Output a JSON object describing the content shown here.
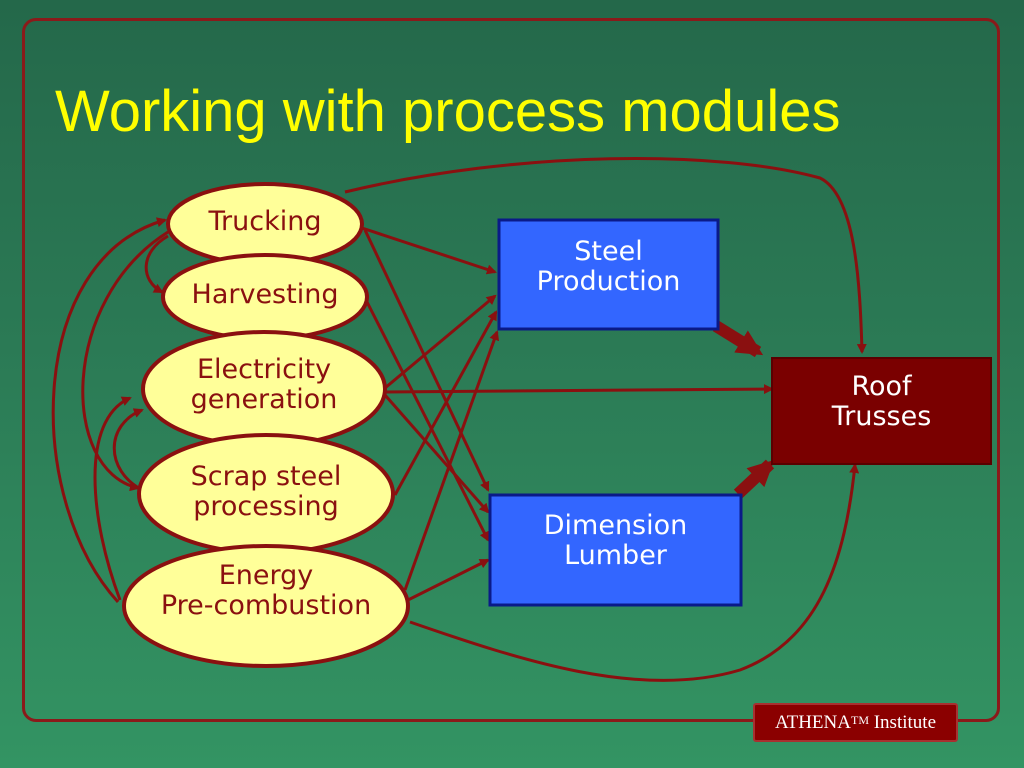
{
  "slide": {
    "title": "Working with process modules"
  },
  "modules": {
    "trucking": "Trucking",
    "harvesting": "Harvesting",
    "electricity_line1": "Electricity",
    "electricity_line2": "generation",
    "scrap_line1": "Scrap steel",
    "scrap_line2": "processing",
    "energy_line1": "Energy",
    "energy_line2": "Pre-combustion"
  },
  "products": {
    "steel_line1": "Steel",
    "steel_line2": "Production",
    "lumber_line1": "Dimension",
    "lumber_line2": "Lumber",
    "roof_line1": "Roof",
    "roof_line2": "Trusses"
  },
  "footer": {
    "brand": "ATHENA",
    "trademark": "TM",
    "suffix": "Institute"
  },
  "colors": {
    "background": "#2b7a55",
    "title": "#ffff00",
    "oval_fill": "#ffff99",
    "oval_stroke": "#8a1010",
    "box_blue": "#3366ff",
    "box_dark_red": "#7a0000",
    "arrow": "#8a1010"
  }
}
